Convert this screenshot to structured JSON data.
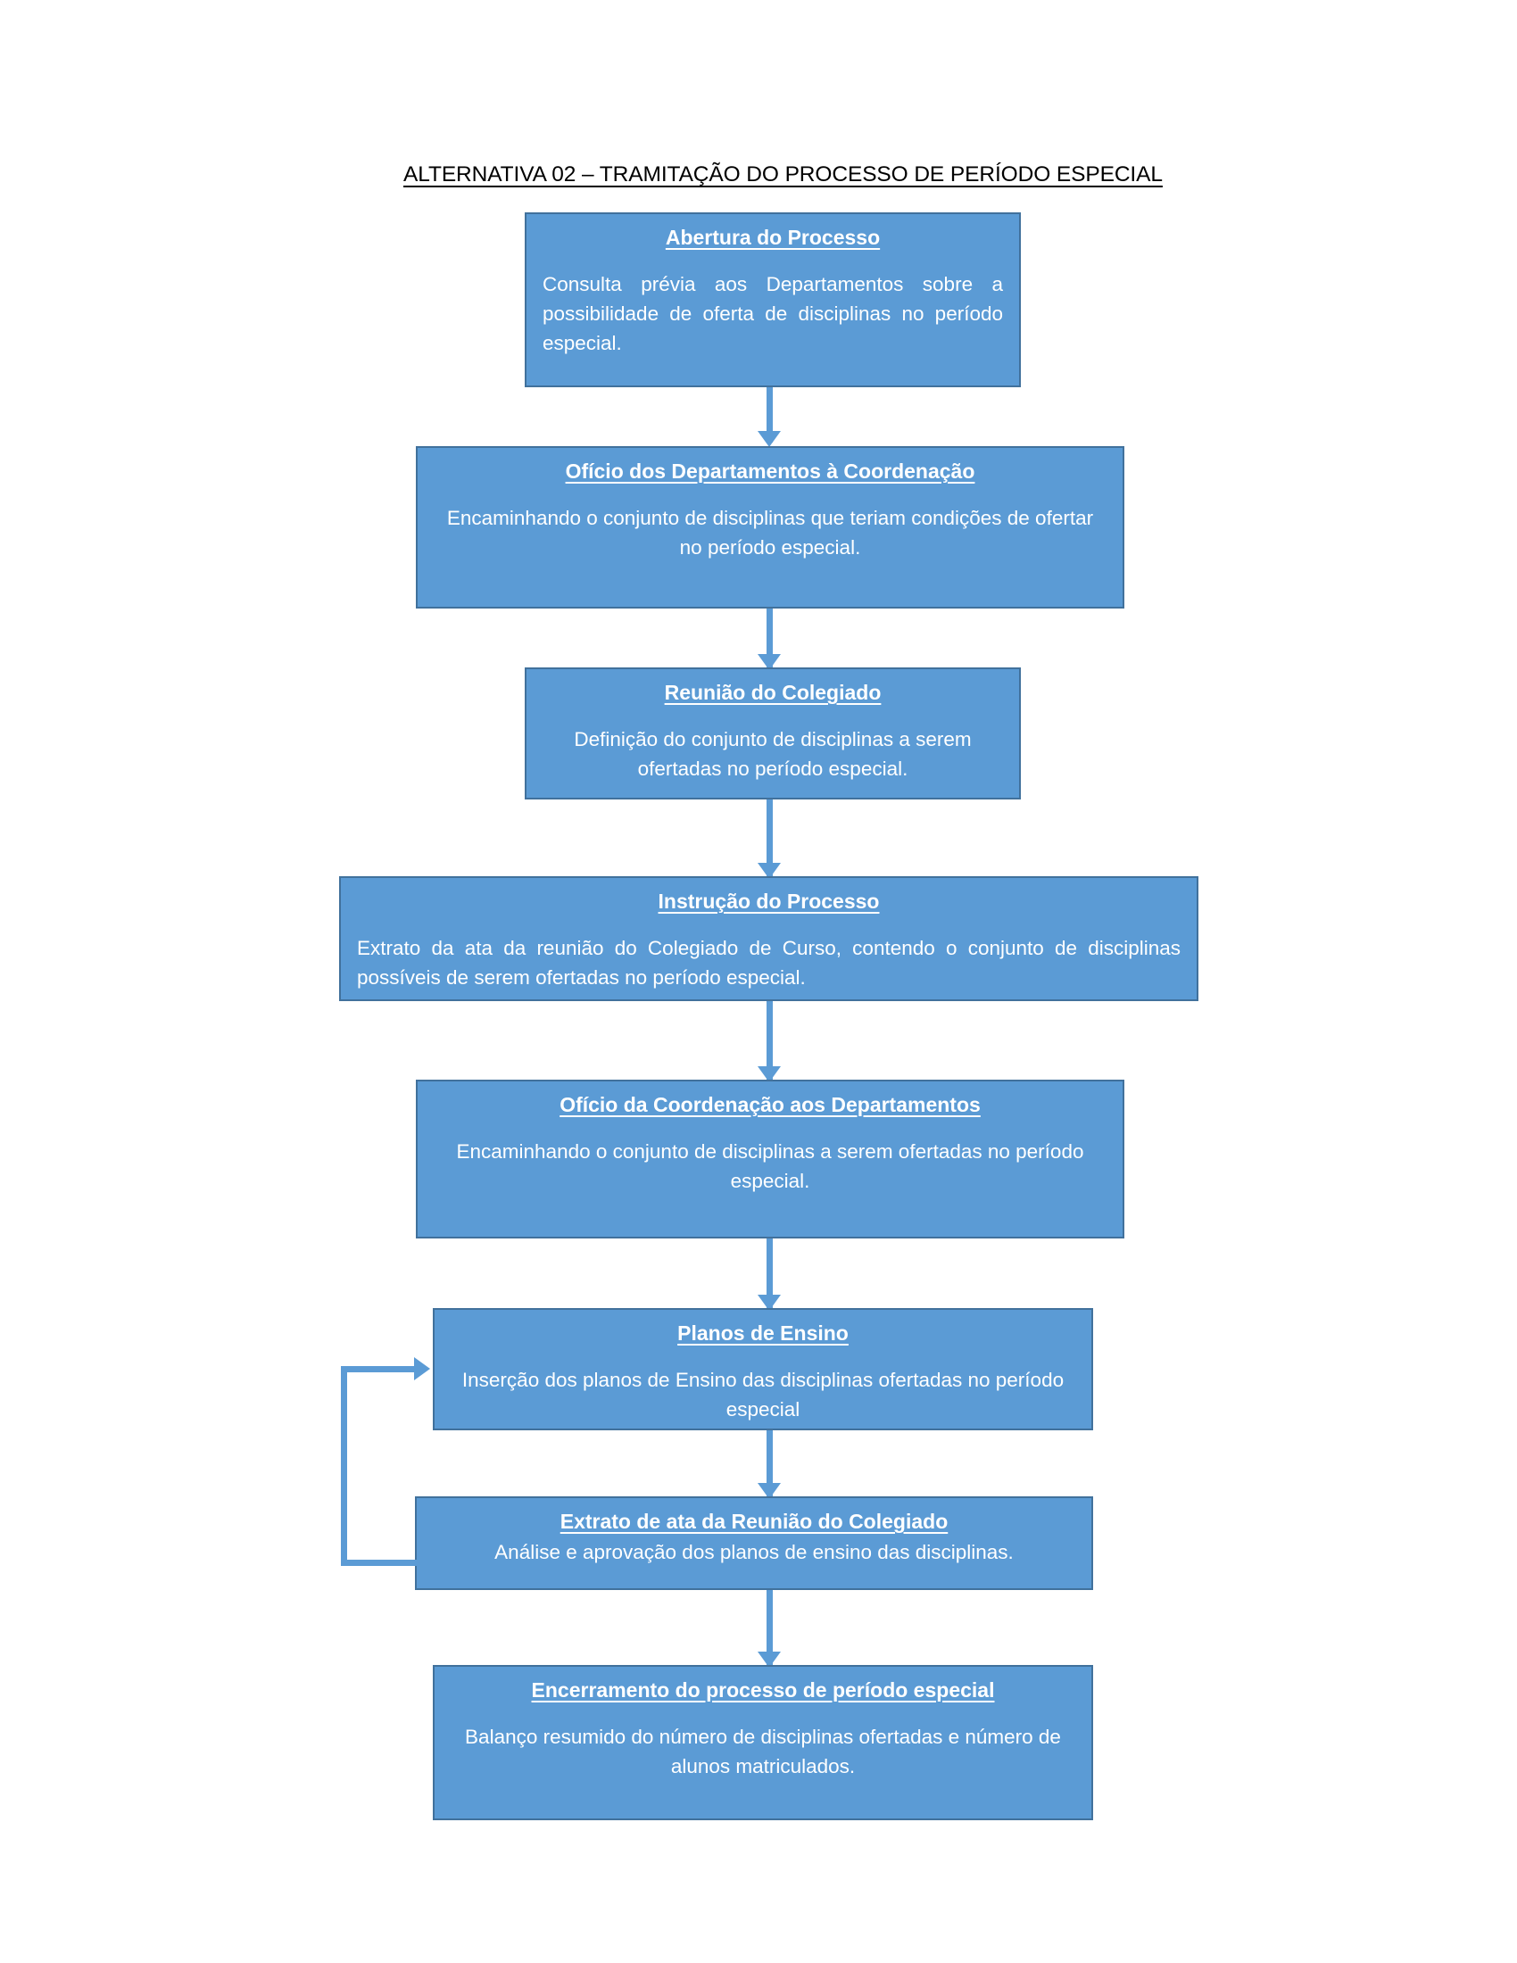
{
  "document": {
    "title": "ALTERNATIVA 02 – TRAMITAÇÃO DO PROCESSO DE PERÍODO ESPECIAL"
  },
  "colors": {
    "node_fill": "#5b9bd5",
    "node_border": "#41719c",
    "node_text": "#ffffff",
    "connector": "#5b9bd5",
    "title_text": "#000000",
    "page_background": "#ffffff"
  },
  "chart_data": {
    "type": "flowchart",
    "title": "ALTERNATIVA 02 – TRAMITAÇÃO DO PROCESSO DE PERÍODO ESPECIAL",
    "orientation": "top-to-bottom",
    "nodes": [
      {
        "id": "n1",
        "title": "Abertura do Processo",
        "body": "Consulta prévia aos Departamentos sobre a possibilidade de oferta de disciplinas no período especial.",
        "align": "justify"
      },
      {
        "id": "n2",
        "title": "Ofício dos Departamentos à Coordenação",
        "body": "Encaminhando o conjunto de disciplinas que teriam condições de ofertar no período especial.",
        "align": "center"
      },
      {
        "id": "n3",
        "title": "Reunião do Colegiado",
        "body": "Definição do conjunto de disciplinas a serem ofertadas no período especial.",
        "align": "center"
      },
      {
        "id": "n4",
        "title": "Instrução do Processo",
        "body": "Extrato da ata da reunião do Colegiado de Curso, contendo o conjunto de disciplinas possíveis de serem ofertadas no período especial.",
        "align": "justify"
      },
      {
        "id": "n5",
        "title": "Ofício da Coordenação aos Departamentos",
        "body": "Encaminhando o conjunto de disciplinas a serem ofertadas no período especial.",
        "align": "center"
      },
      {
        "id": "n6",
        "title": "Planos de Ensino",
        "body": "Inserção dos planos de Ensino das disciplinas ofertadas no período especial",
        "align": "center"
      },
      {
        "id": "n7",
        "title": "Extrato de ata da Reunião do Colegiado",
        "body": "Análise e aprovação dos planos de ensino das disciplinas.",
        "align": "center"
      },
      {
        "id": "n8",
        "title": "Encerramento do processo de período especial",
        "body": "Balanço resumido do número de disciplinas ofertadas e número de alunos matriculados.",
        "align": "center"
      }
    ],
    "edges": [
      {
        "from": "n1",
        "to": "n2",
        "kind": "arrow-down"
      },
      {
        "from": "n2",
        "to": "n3",
        "kind": "arrow-down"
      },
      {
        "from": "n3",
        "to": "n4",
        "kind": "arrow-down"
      },
      {
        "from": "n4",
        "to": "n5",
        "kind": "arrow-down"
      },
      {
        "from": "n5",
        "to": "n6",
        "kind": "arrow-down"
      },
      {
        "from": "n6",
        "to": "n7",
        "kind": "arrow-down"
      },
      {
        "from": "n7",
        "to": "n6",
        "kind": "feedback-loop-left"
      },
      {
        "from": "n7",
        "to": "n8",
        "kind": "arrow-down"
      }
    ]
  }
}
